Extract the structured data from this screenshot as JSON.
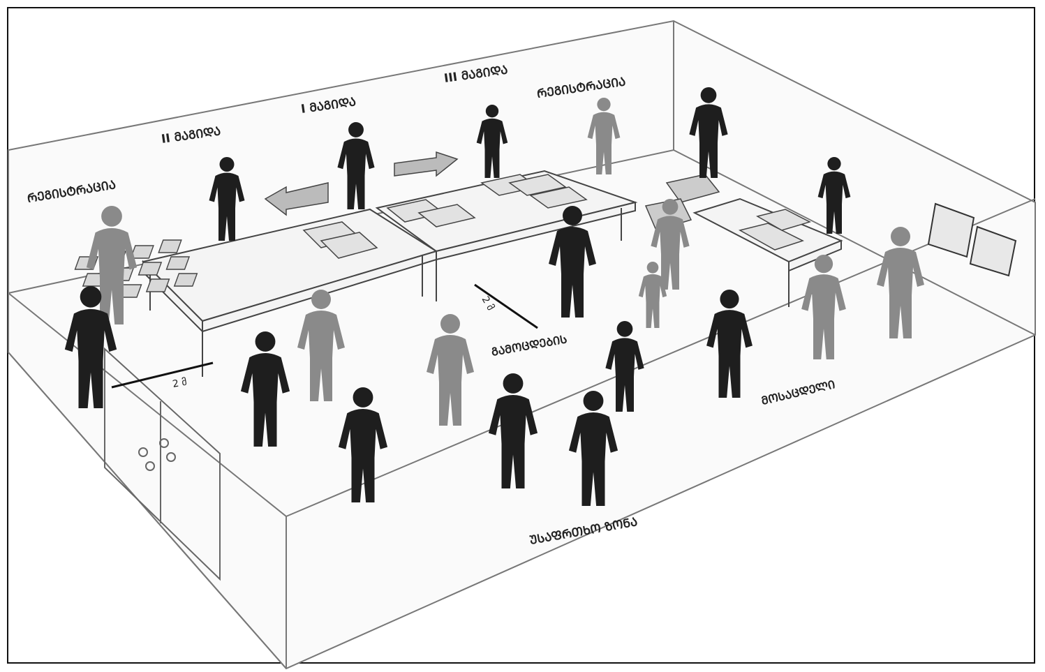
{
  "labels": {
    "reg_left": "ᲠᲔᲒᲘᲡᲢᲠᲐᲪᲘᲐ",
    "table2": "II ᲛᲐᲒᲘᲓᲐ",
    "table1": "I ᲛᲐᲒᲘᲓᲐ",
    "table3": "III ᲛᲐᲒᲘᲓᲐ",
    "reg_right": "ᲠᲔᲒᲘᲡᲢᲠᲐᲪᲘᲐ",
    "dist_left": "2 მ",
    "dist_mid": "2 მ",
    "center": "ᲒᲐᲛᲝᲪᲓᲔᲑᲘᲡ",
    "right_floor": "ᲛᲝᲡᲐᲪᲓᲔᲚᲘ",
    "bottom_floor": "ᲣᲡᲐᲤᲠᲗᲮᲝ ᲖᲝᲜᲐ"
  },
  "colors": {
    "figure_dark": "#1e1e1e",
    "figure_gray": "#8a8a8a",
    "table": "#f4f4f4",
    "line": "#555555"
  }
}
